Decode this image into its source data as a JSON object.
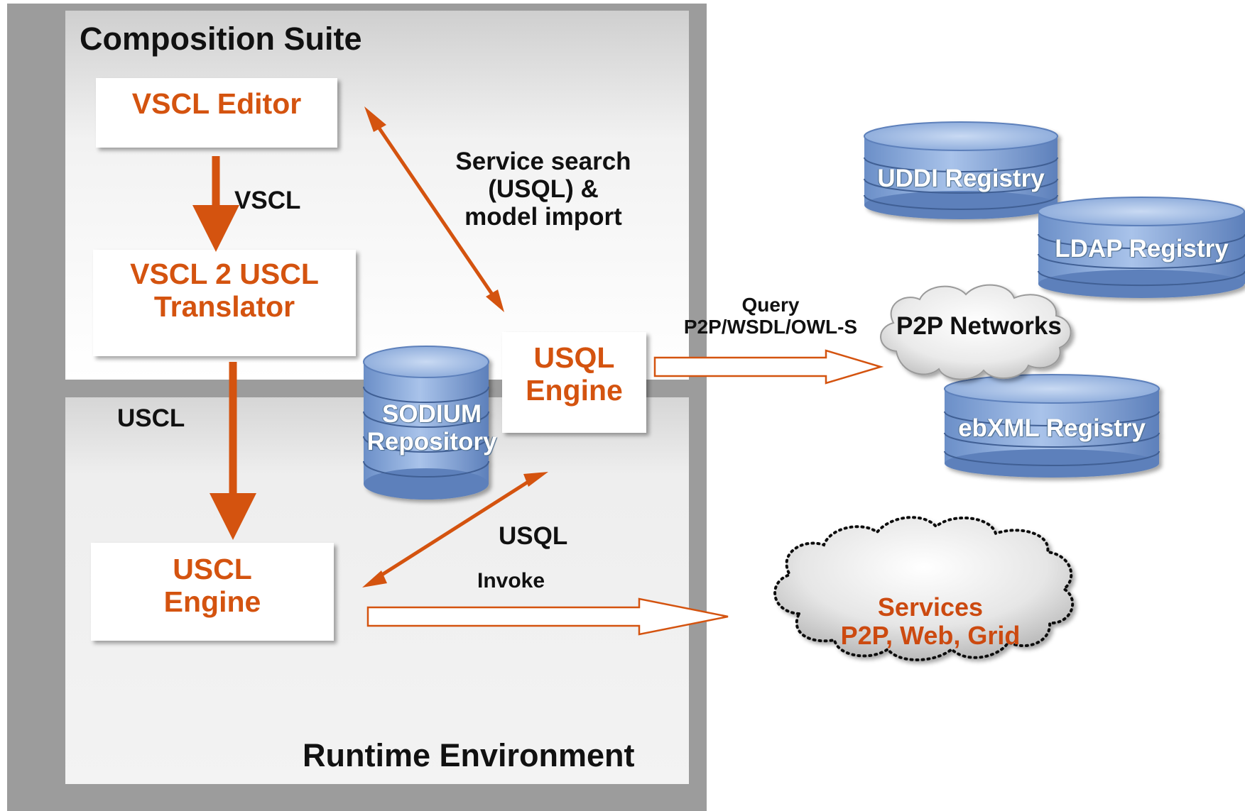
{
  "composition_suite": {
    "title": "Composition Suite",
    "vscl_editor": "VSCL Editor",
    "translator": [
      "VSCL 2 USCL",
      "Translator"
    ]
  },
  "runtime_environment": {
    "title": "Runtime Environment",
    "uscl_engine": [
      "USCL",
      "Engine"
    ]
  },
  "usql_engine": [
    "USQL",
    "Engine"
  ],
  "sodium_repository": [
    "SODIUM",
    "Repository"
  ],
  "edges": {
    "vscl": "VSCL",
    "uscl": "USCL",
    "service_search": [
      "Service search",
      "(USQL) &",
      "model import"
    ],
    "query": [
      "Query",
      "P2P/WSDL/OWL-S"
    ],
    "usql": "USQL",
    "invoke": "Invoke"
  },
  "registries": {
    "uddi": "UDDI Registry",
    "ldap": "LDAP Registry",
    "p2p_networks": "P2P Networks",
    "ebxml": "ebXML Registry"
  },
  "services": [
    "Services",
    "P2P, Web, Grid"
  ],
  "colors": {
    "arrow_orange": "#d4530f",
    "text_orange": "#d4530f",
    "frame_gray": "#9c9c9c",
    "cylinder_blue": "#7fa3d6"
  }
}
